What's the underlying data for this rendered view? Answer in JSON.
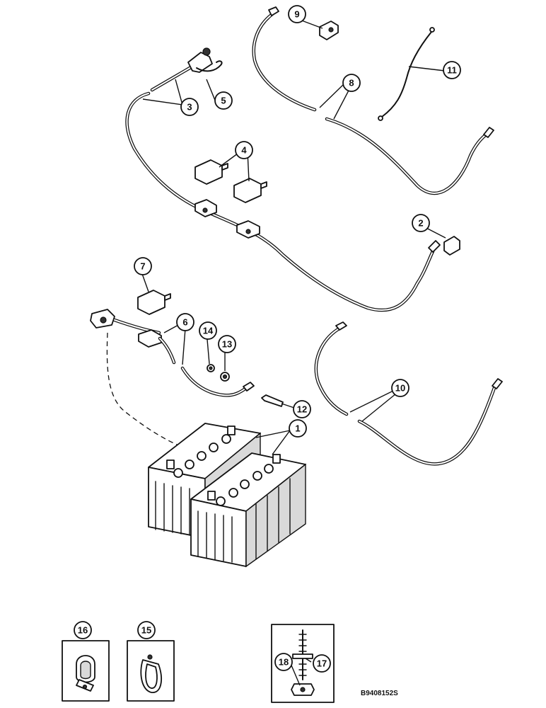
{
  "figure_code": "B9408152S",
  "colors": {
    "line": "#111111",
    "paper": "#ffffff",
    "shade": "#d9d9d9"
  },
  "callouts": [
    {
      "id": "c1",
      "label": "1"
    },
    {
      "id": "c2",
      "label": "2"
    },
    {
      "id": "c3",
      "label": "3"
    },
    {
      "id": "c4",
      "label": "4"
    },
    {
      "id": "c5",
      "label": "5"
    },
    {
      "id": "c6",
      "label": "6"
    },
    {
      "id": "c7",
      "label": "7"
    },
    {
      "id": "c8",
      "label": "8"
    },
    {
      "id": "c9",
      "label": "9"
    },
    {
      "id": "c10",
      "label": "10"
    },
    {
      "id": "c11",
      "label": "11"
    },
    {
      "id": "c12",
      "label": "12"
    },
    {
      "id": "c13",
      "label": "13"
    },
    {
      "id": "c14",
      "label": "14"
    },
    {
      "id": "c15",
      "label": "15"
    },
    {
      "id": "c16",
      "label": "16"
    },
    {
      "id": "c17",
      "label": "17"
    },
    {
      "id": "c18",
      "label": "18"
    }
  ]
}
